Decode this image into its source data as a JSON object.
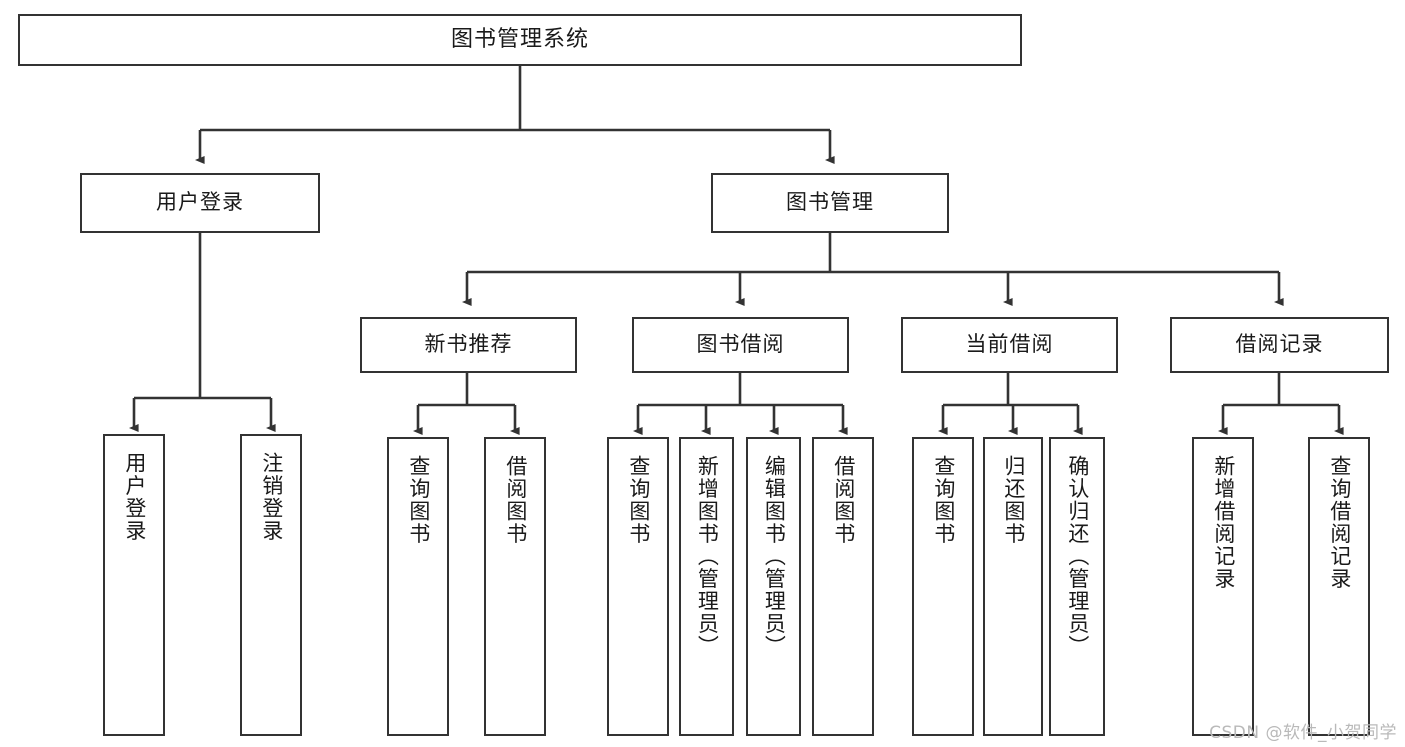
{
  "diagram": {
    "title": "图书管理系统",
    "type": "tree-hierarchy",
    "background_color": "#ffffff",
    "box_border_color": "#333333",
    "text_color": "#1a1a1a",
    "watermark": "CSDN @软件_小贺同学",
    "watermark_color": "#b9b9b9"
  },
  "nodes": {
    "root": {
      "label": "图书管理系统"
    },
    "level1": [
      {
        "label": "用户登录"
      },
      {
        "label": "图书管理"
      }
    ],
    "level2": [
      {
        "label": "新书推荐"
      },
      {
        "label": "图书借阅"
      },
      {
        "label": "当前借阅"
      },
      {
        "label": "借阅记录"
      }
    ],
    "leaves": {
      "user_login": [
        {
          "label": "用户登录"
        },
        {
          "label": "注销登录"
        }
      ],
      "new_book_recommend": [
        {
          "label": "查询图书"
        },
        {
          "label": "借阅图书"
        }
      ],
      "book_borrow": [
        {
          "label": "查询图书"
        },
        {
          "label": "新增图书（管理员）"
        },
        {
          "label": "编辑图书（管理员）"
        },
        {
          "label": "借阅图书"
        }
      ],
      "current_borrow": [
        {
          "label": "查询图书"
        },
        {
          "label": "归还图书"
        },
        {
          "label": "确认归还（管理员）"
        }
      ],
      "borrow_record": [
        {
          "label": "新增借阅记录"
        },
        {
          "label": "查询借阅记录"
        }
      ]
    }
  }
}
